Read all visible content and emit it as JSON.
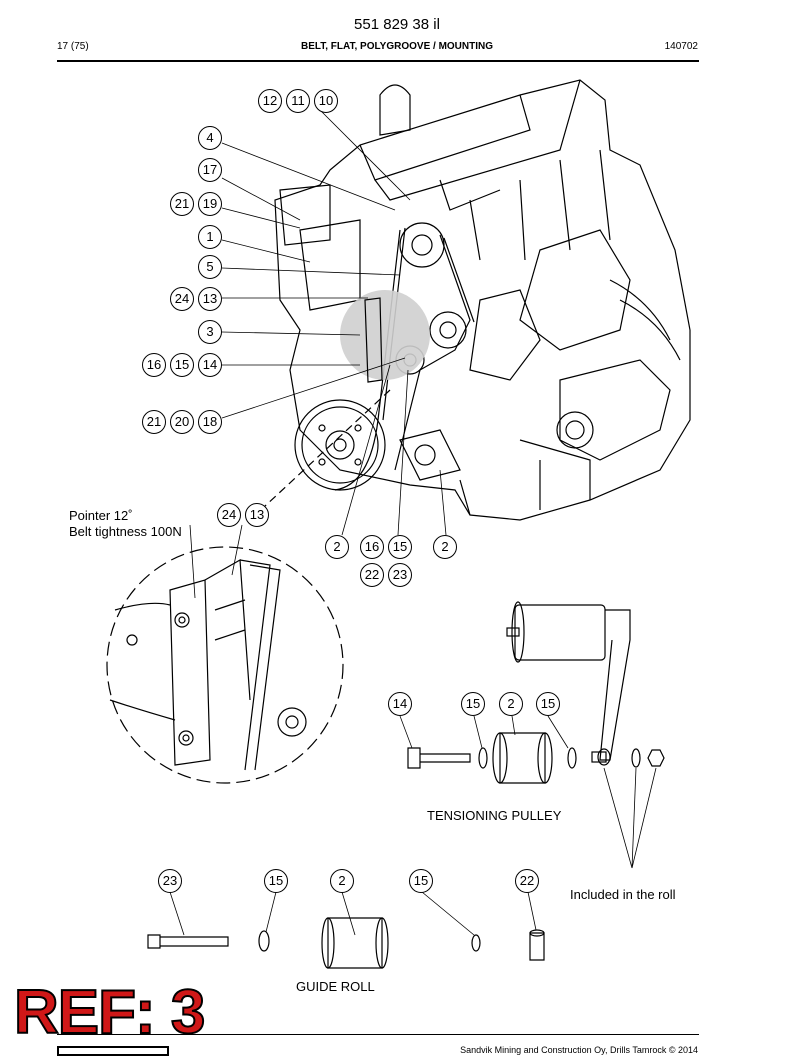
{
  "header": {
    "doc_number": "551 829 38 il",
    "page": "17 (75)",
    "title": "BELT, FLAT, POLYGROOVE / MOUNTING",
    "code": "140702"
  },
  "notes": {
    "pointer": "Pointer 12˚",
    "belt_tightness": "Belt tightness 100N",
    "tensioning_pulley": "TENSIONING PULLEY",
    "guide_roll": "GUIDE ROLL",
    "included_in_roll": "Included in the roll"
  },
  "callouts": {
    "c12": "12",
    "c11": "11",
    "c10": "10",
    "c4": "4",
    "c17": "17",
    "c21a": "21",
    "c19": "19",
    "c1": "1",
    "c5": "5",
    "c24a": "24",
    "c13a": "13",
    "c3": "3",
    "c16a": "16",
    "c15a": "15",
    "c14a": "14",
    "c21b": "21",
    "c20": "20",
    "c18": "18",
    "c24b": "24",
    "c13b": "13",
    "c2a": "2",
    "c16b": "16",
    "c15b": "15",
    "c2b": "2",
    "c22a": "22",
    "c23a": "23",
    "c14b": "14",
    "c15c": "15",
    "c2c": "2",
    "c15d": "15",
    "c23b": "23",
    "c15e": "15",
    "c2d": "2",
    "c15f": "15",
    "c22b": "22"
  },
  "stamp": "REF: 3",
  "footer": "Sandvik Mining and Construction Oy, Drills Tamrock © 2014"
}
